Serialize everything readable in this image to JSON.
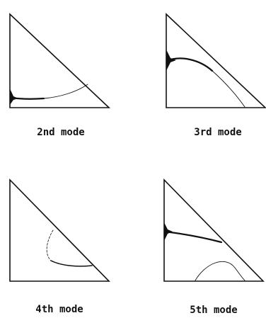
{
  "figure": {
    "panels": [
      {
        "id": "mode-2",
        "label": "2nd mode"
      },
      {
        "id": "mode-3",
        "label": "3rd mode"
      },
      {
        "id": "mode-4",
        "label": "4th mode"
      },
      {
        "id": "mode-5",
        "label": "5th mode"
      }
    ]
  }
}
